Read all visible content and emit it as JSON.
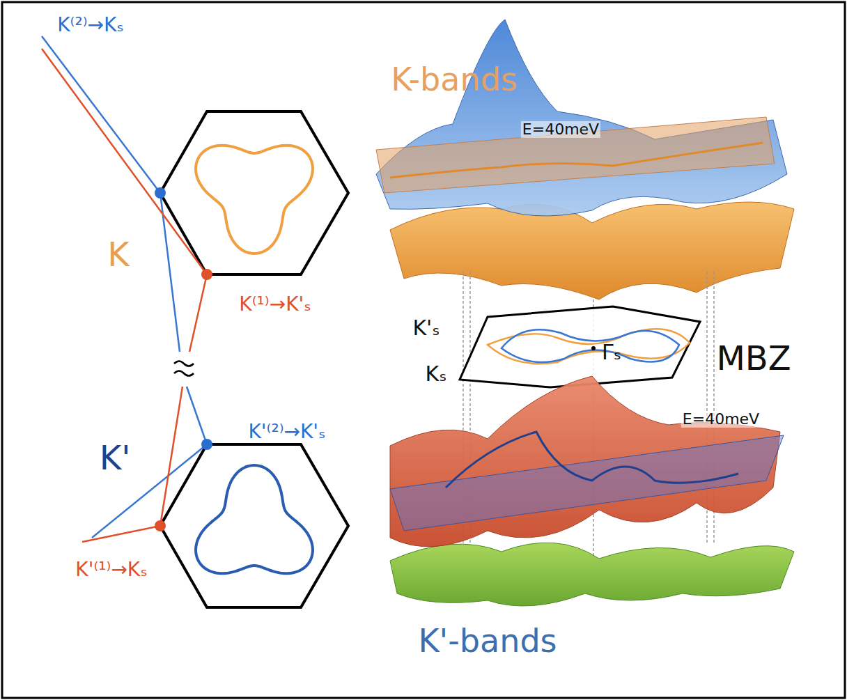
{
  "diagram": {
    "labels": [
      "K-bands",
      "K⁽²⁾→Kₛ",
      "K",
      "K⁽¹⁾→K'ₛ",
      "K'",
      "K'⁽²⁾→K'ₛ",
      "K'⁽¹⁾→Kₛ",
      "E=40meV",
      "K'ₛ",
      "Kₛ",
      "Γₛ",
      "MBZ",
      "E=40meV",
      "K'-bands"
    ]
  }
}
